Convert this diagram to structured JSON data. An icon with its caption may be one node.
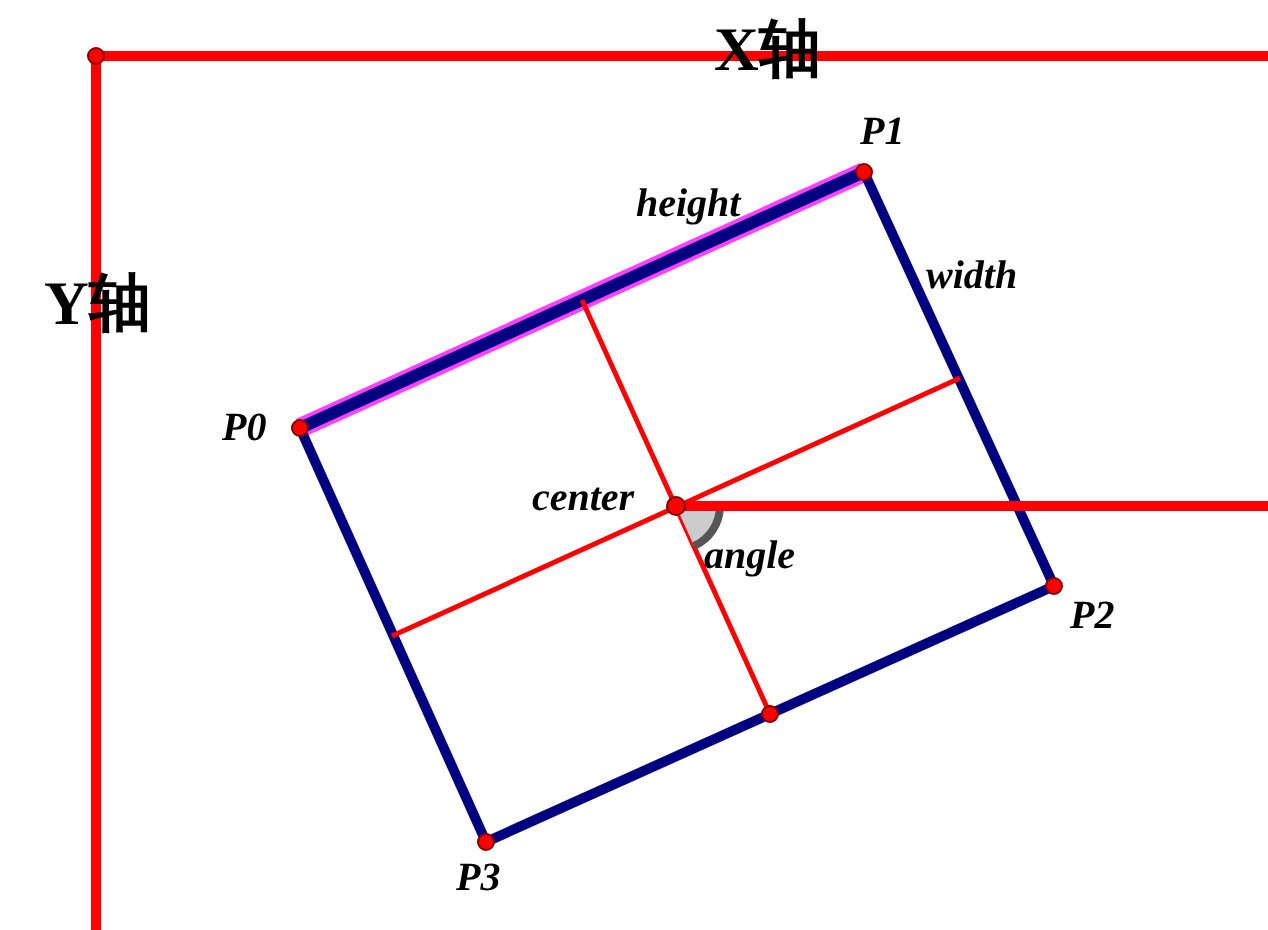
{
  "diagram": {
    "labels": [
      "X轴",
      "Y轴",
      "P1",
      "height",
      "width",
      "P0",
      "center",
      "angle",
      "P2",
      "P3"
    ]
  }
}
